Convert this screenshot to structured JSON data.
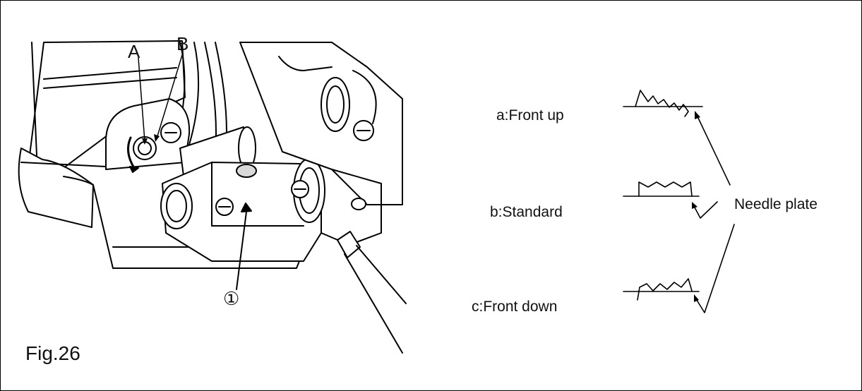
{
  "figure": {
    "caption": "Fig.26",
    "callouts": {
      "point_a": "A",
      "point_b": "B",
      "part_1": "①"
    }
  },
  "feed_dog_positions": [
    {
      "id": "front_up",
      "label": "a:Front up"
    },
    {
      "id": "standard",
      "label": "b:Standard"
    },
    {
      "id": "front_down",
      "label": "c:Front down"
    }
  ],
  "reference_label": "Needle plate",
  "colors": {
    "line": "#000000",
    "background": "#ffffff",
    "shade": "#d9d9d9"
  },
  "icons": [
    "rotation-arrow-icon",
    "screw-icon"
  ]
}
